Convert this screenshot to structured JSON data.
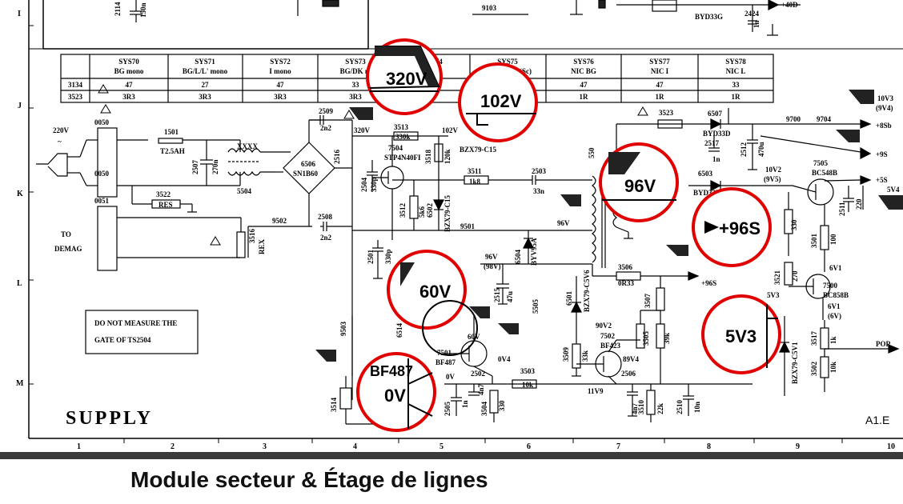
{
  "caption": "Module secteur & Étage de lignes",
  "title": "SUPPLY",
  "page_ref": "A1.E",
  "warning": [
    "DO NOT MEASURE THE",
    "GATE OF TS2504"
  ],
  "grid": {
    "cols": [
      "1",
      "2",
      "3",
      "4",
      "5",
      "6",
      "7",
      "8",
      "9",
      "10"
    ],
    "rows": [
      "I",
      "J",
      "K",
      "L",
      "M"
    ]
  },
  "variant_table": {
    "headers": [
      [
        "SYS70",
        "BG mono"
      ],
      [
        "SYS71",
        "BG/L/L' mono"
      ],
      [
        "SYS72",
        "I mono"
      ],
      [
        "SYS73",
        "BG/DK m"
      ],
      [
        "SYS74",
        ""
      ],
      [
        "SYS75",
        "BG(Sc)"
      ],
      [
        "SYS76",
        "NIC BG"
      ],
      [
        "SYS77",
        "NIC I"
      ],
      [
        "SYS78",
        "NIC L"
      ]
    ],
    "rows": [
      {
        "ref": "3134",
        "values": [
          "47",
          "27",
          "47",
          "33",
          "",
          "",
          "47",
          "47",
          "33"
        ]
      },
      {
        "ref": "3523",
        "values": [
          "3R3",
          "3R3",
          "3R3",
          "3R3",
          "",
          "",
          "1R",
          "1R",
          "1R"
        ]
      }
    ]
  },
  "top_parts": {
    "c2114": "2114",
    "c150n": "150n",
    "n9103": "9103",
    "byd33g": "BYD33G",
    "plus40d": "+40D",
    "c2424": "2424",
    "c1n": "1n"
  },
  "parts": {
    "v220": "220V",
    "p0050a": "0050",
    "p0050b": "0050",
    "r1501": "1501",
    "t25ah": "T2.5AH",
    "c2507": "2507",
    "c270n": "270n",
    "xxxx": "XXXX",
    "t5504": "5504",
    "r3522": "3522",
    "res": "RES",
    "p0051": "0051",
    "to": "TO",
    "demag": "DEMAG",
    "r3516": "3516",
    "rex": "REX",
    "n9502": "9502",
    "c2508": "2508",
    "c2n2b": "2n2",
    "c2509": "2509",
    "c2n2a": "2n2",
    "d6506": "6506",
    "sn1b60": "SN1B60",
    "c2516": "2516",
    "v320": "320V",
    "r3513": "3513",
    "r330k": "330k",
    "t7504": "7504",
    "stp": "STP4N40FI",
    "c2504": "2504",
    "c330p": "330p",
    "r3518": "3518",
    "r120k": "120k",
    "v102": "102V",
    "bzx_c15": "BZX79-C15",
    "r3511": "3511",
    "r1k8": "1k8",
    "c2503": "2503",
    "c33n": "33n",
    "r3512": "3512",
    "r5k6": "5k6",
    "d6502": "6502",
    "bzx_c15b": "BZX79-C15",
    "n9501": "9501",
    "c2501": "2501",
    "c330p2": "330p",
    "v96": "96V",
    "d6504": "6504",
    "byv95a": "BYV95A",
    "v96b": "96V",
    "v98": "(98V)",
    "c2515": "2515",
    "c47u": "47u",
    "l5505": "5505",
    "r3506": "3506",
    "r0r33": "0R33",
    "p96s": "+96S",
    "d6501": "6501",
    "bzx_c5v6": "BZX79-C5V6",
    "v90v2": "90V2",
    "t7502": "7502",
    "bf423": "BF423",
    "r3509": "3509",
    "r33k": "33k",
    "r3505": "3505",
    "r39k": "39k",
    "r3507": "3507",
    "v89v4": "89V4",
    "c2506": "2506",
    "c4n7": "4n7",
    "r3510": "3510",
    "r22k": "22k",
    "c2510": "2510",
    "c10n": "10n",
    "v11v9": "11V9",
    "r3503": "3503",
    "r10k": "10k",
    "c2502": "2502",
    "c4n7b": "4n7",
    "r3504": "3504",
    "r330": "330",
    "c2505": "2505",
    "c1n_b": "1n",
    "r3514": "3514",
    "t7501": "7501",
    "bf487": "BF487",
    "v60": "60V",
    "v0v": "0V",
    "v0v4": "0V4",
    "n9503": "9503",
    "d6514": "6514",
    "r3523": "3523",
    "d6507": "6507",
    "byd33d": "BYD33D",
    "c2517": "2517",
    "c1n_c": "1n",
    "c2512": "2512",
    "c470u": "470u",
    "n9700": "9700",
    "n9704": "9704",
    "p8sb": "+8Sb",
    "v10v3": "10V3",
    "v9v4": "(9V4)",
    "p9s": "+9S",
    "d6503": "6503",
    "byd33d2": "BYD33D",
    "v10v2": "10V2",
    "v9v5": "(9V5)",
    "t7505": "7505",
    "bc548b": "BC548B",
    "p5s": "+5S",
    "v5v4": "5V4",
    "c2511": "2511",
    "c220u": "220",
    "r330b": "330",
    "r3501": "3501",
    "r100": "100",
    "v6v1": "6V1",
    "t7500": "7500",
    "bc858b": "BC858B",
    "v6v1b": "6V1",
    "v6v": "(6V)",
    "r3521": "3521",
    "r270": "270",
    "v5v3": "5V3",
    "bzx_c5v1": "BZX79-C5V1",
    "r3517": "3517",
    "r1k": "1k",
    "r3502": "3502",
    "r10k2": "10k",
    "por": "POR",
    "n550": "550"
  },
  "magnifiers": [
    {
      "text": "320V"
    },
    {
      "text": "102V"
    },
    {
      "text": "96V"
    },
    {
      "text": "+96S"
    },
    {
      "text": "60V"
    },
    {
      "text": "5V3"
    },
    {
      "text": "0V"
    },
    {
      "text": "BF487"
    }
  ],
  "accent_color": "#e00000"
}
